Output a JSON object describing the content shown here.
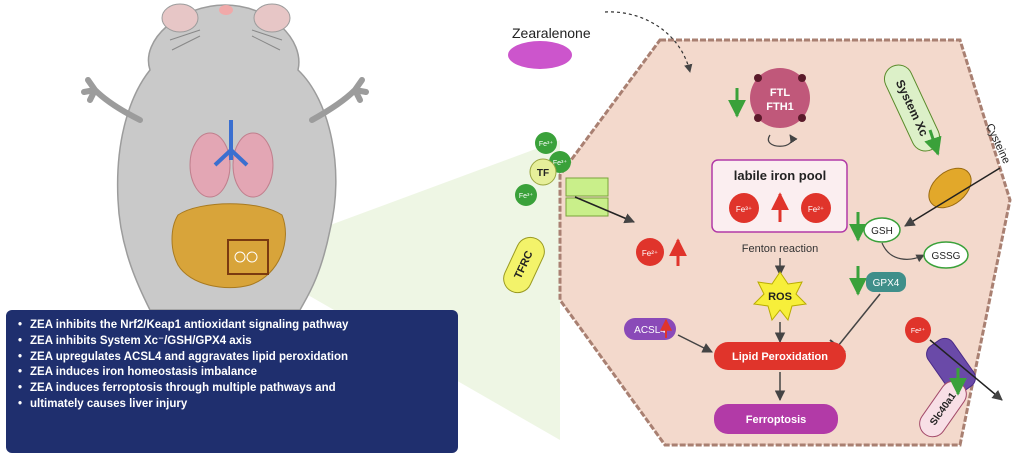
{
  "diagram": {
    "zearalenone": "Zearalenone",
    "system_xc": "System Xc",
    "cysteine": "Cysteine",
    "ftl": "FTL",
    "fth1": "FTH1",
    "labile_iron_pool": "labile iron pool",
    "fe2_label": "Fe²⁺",
    "fe3_label": "Fe³⁺",
    "fenton": "Fenton reaction",
    "ros": "ROS",
    "tf": "TF",
    "tfrc": "TFRC",
    "gsh": "GSH",
    "gssg": "GSSG",
    "gpx4": "GPX4",
    "acsl4": "ACSL4",
    "lipid_peroxidation": "Lipid Peroxidation",
    "ferroptosis": "Ferroptosis",
    "slc40a1": "Slc40a1"
  },
  "summary": {
    "items": [
      "ZEA inhibits the Nrf2/Keap1 antioxidant signaling pathway",
      "ZEA inhibits System Xc⁻/GSH/GPX4 axis",
      "ZEA upregulates ACSL4 and aggravates lipid peroxidation",
      "ZEA induces iron homeostasis imbalance",
      "ZEA induces ferroptosis through multiple pathways and",
      "ultimately causes liver injury"
    ]
  },
  "colors": {
    "cell_fill": "#f3d9cc",
    "cell_stroke": "#a98072",
    "panel": "#1f2f6e",
    "red_node": "#e0342b",
    "magenta_node": "#b23aa7",
    "green_arrow": "#3aa13a",
    "up_arrow": "#e0342b"
  }
}
